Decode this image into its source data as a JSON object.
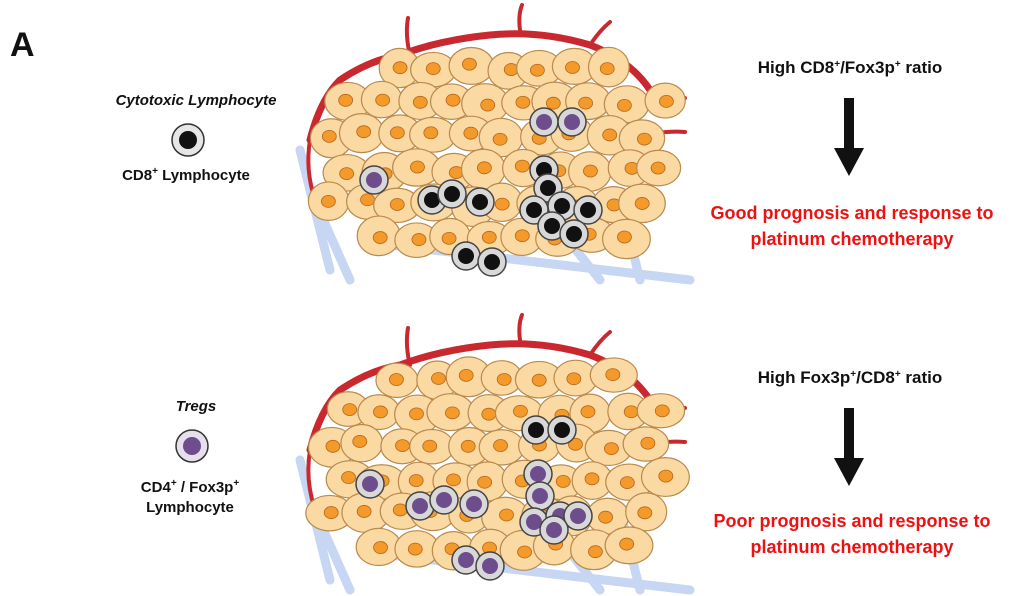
{
  "panel_label": "A",
  "top": {
    "legend_title": "Cytotoxic Lymphocyte",
    "legend_label_main": "CD8",
    "legend_label_sup": "+",
    "legend_label_rest": " Lymphocyte",
    "ratio_a": "High CD8",
    "ratio_a_sup": "+",
    "ratio_b": "/Fox3p",
    "ratio_b_sup": "+",
    "ratio_c": " ratio",
    "outcome_line1": "Good prognosis and response to",
    "outcome_line2": "platinum chemotherapy"
  },
  "bottom": {
    "legend_title": "Tregs",
    "legend_label_a": "CD4",
    "legend_label_a_sup": "+",
    "legend_label_b": " / Fox3p",
    "legend_label_b_sup": "+",
    "legend_label_line2": "Lymphocyte",
    "ratio_a": "High Fox3p",
    "ratio_a_sup": "+",
    "ratio_b": "/CD8",
    "ratio_b_sup": "+",
    "ratio_c": " ratio",
    "outcome_line1": "Poor prognosis and response to",
    "outcome_line2": "platinum chemotherapy"
  },
  "colors": {
    "cell_fill": "#fbd9a3",
    "cell_stroke": "#b98a4e",
    "nucleus": "#f39a2b",
    "vessel": "#c9282e",
    "membrane": "#c7d6f2",
    "cd8_core": "#111111",
    "treg_core": "#6e4d8c",
    "lymph_ring": "#d8d8d8",
    "outcome": "#ee1111"
  }
}
